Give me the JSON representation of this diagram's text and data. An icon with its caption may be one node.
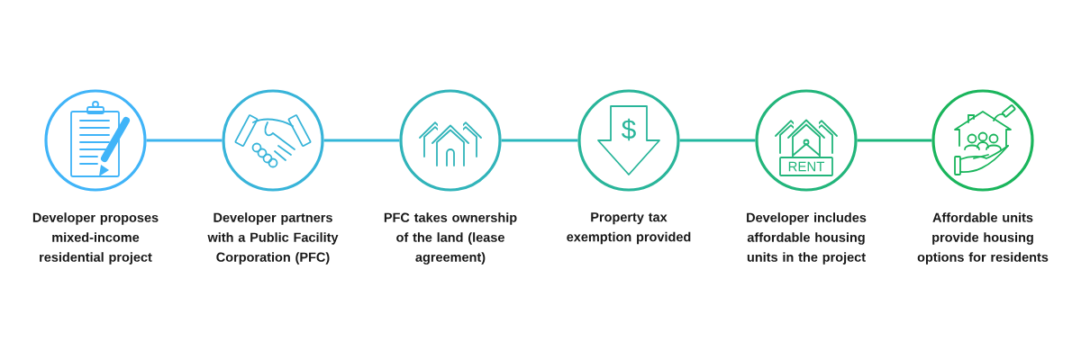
{
  "diagram": {
    "nodes": [
      {
        "text": [
          "Developer proposes mixed-income residential project"
        ]
      },
      {
        "text": [
          "Developer partners with a Public Facility Corporation (PFC)"
        ]
      },
      {
        "text": [
          "PFC takes ownership of the land (lease agreement)"
        ]
      },
      {
        "text": [
          "Property tax exemption provided"
        ]
      },
      {
        "text": [
          "Developer includes affordable housing units in the project"
        ]
      },
      {
        "text": [
          "Affordable units provide housing options for residents"
        ]
      }
    ],
    "edges": [
      {
        "from": 0,
        "to": 1,
        "arrow": "none",
        "color": "#3cb4ee"
      },
      {
        "from": 1,
        "to": 2,
        "arrow": "none",
        "color": "#33b6d8"
      },
      {
        "from": 2,
        "to": 3,
        "arrow": "none",
        "color": "#2ab7bd"
      },
      {
        "from": 3,
        "to": 4,
        "arrow": "none",
        "color": "#22b7a0"
      },
      {
        "from": 4,
        "to": 5,
        "arrow": "none",
        "color": "#1bb67c"
      }
    ],
    "labels": [
      "$",
      "RENT"
    ]
  }
}
